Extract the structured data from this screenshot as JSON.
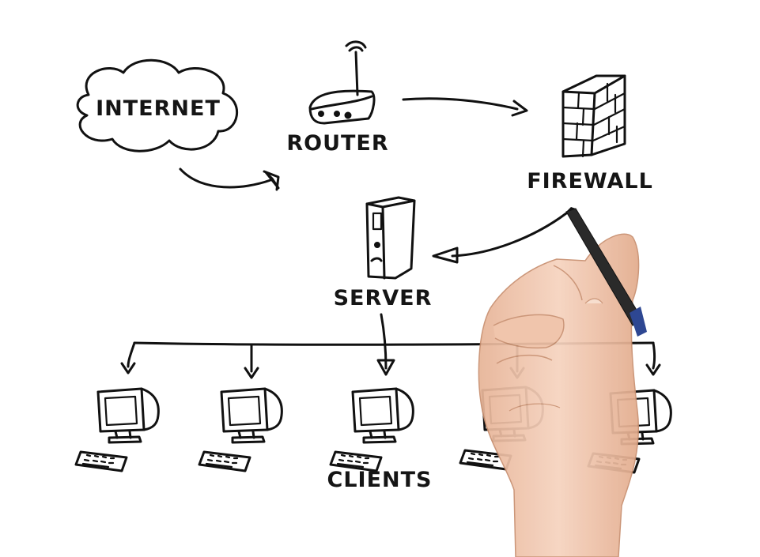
{
  "labels": {
    "internet": "INTERNET",
    "router": "ROUTER",
    "firewall": "FIREWALL",
    "server": "SERVER",
    "clients": "CLIENTS"
  },
  "colors": {
    "background": "#ffffff",
    "ink": "#111111",
    "skin": "#f2c7ae",
    "skin_shadow": "#d9a487",
    "marker_body": "#1a1a1a",
    "marker_cap": "#1f3a8a"
  },
  "client_count": 5
}
